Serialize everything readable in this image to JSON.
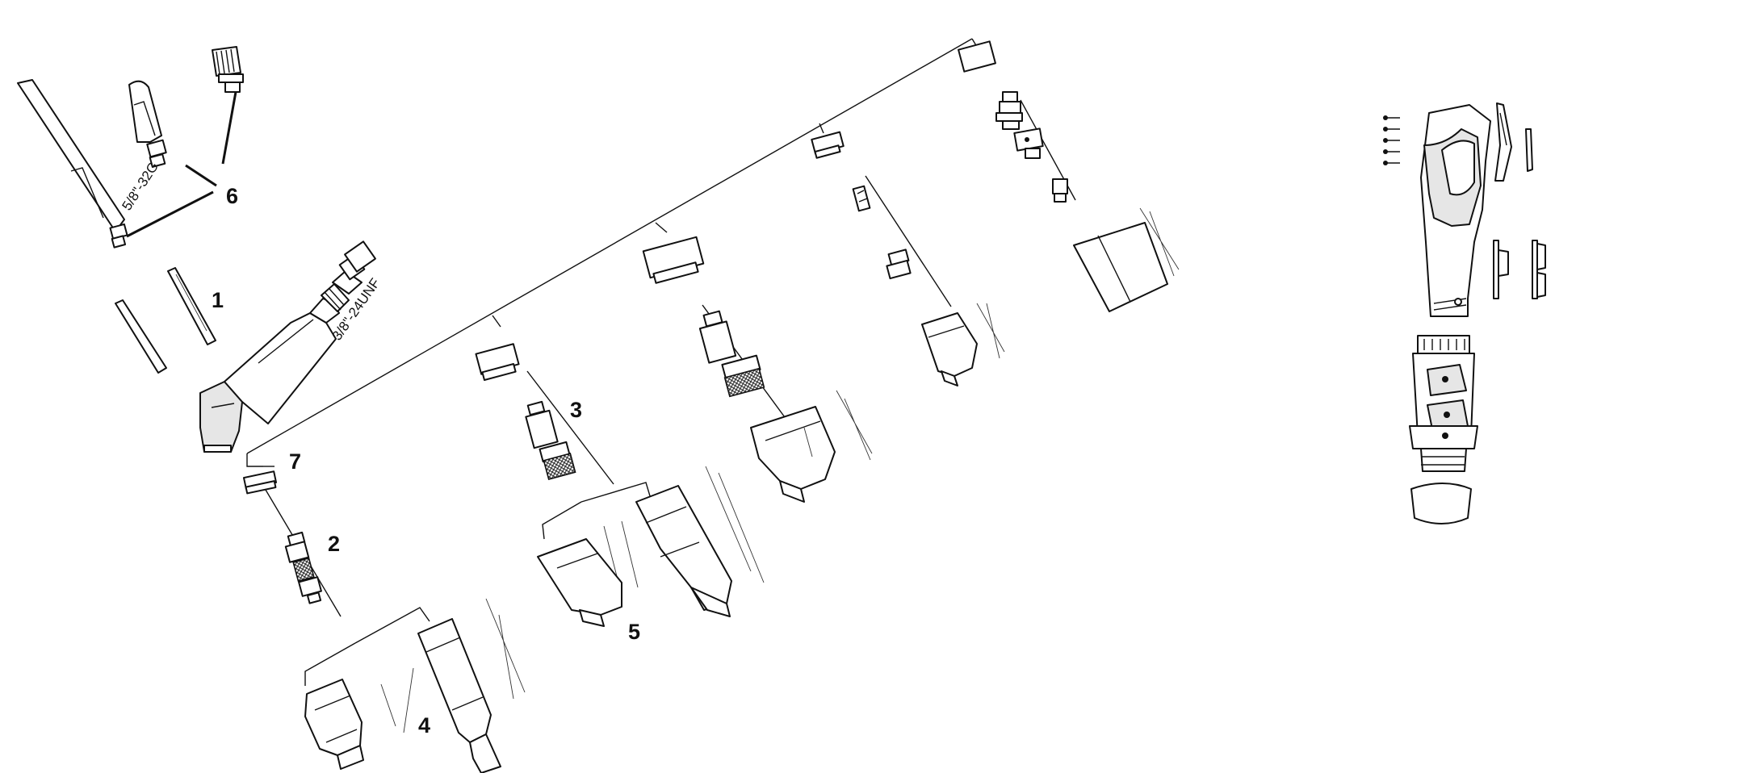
{
  "callouts": {
    "c1": "1",
    "c2": "2",
    "c3": "3",
    "c4": "4",
    "c5": "5",
    "c6": "6",
    "c7": "7"
  },
  "thread_labels": {
    "back_cap_thread": "5/8\"-32G",
    "torch_body_thread": "3/8\"-24UNF"
  },
  "colors": {
    "line": "#111111",
    "shade": "#e6e6e6",
    "dark": "#555555",
    "background": "#ffffff"
  }
}
